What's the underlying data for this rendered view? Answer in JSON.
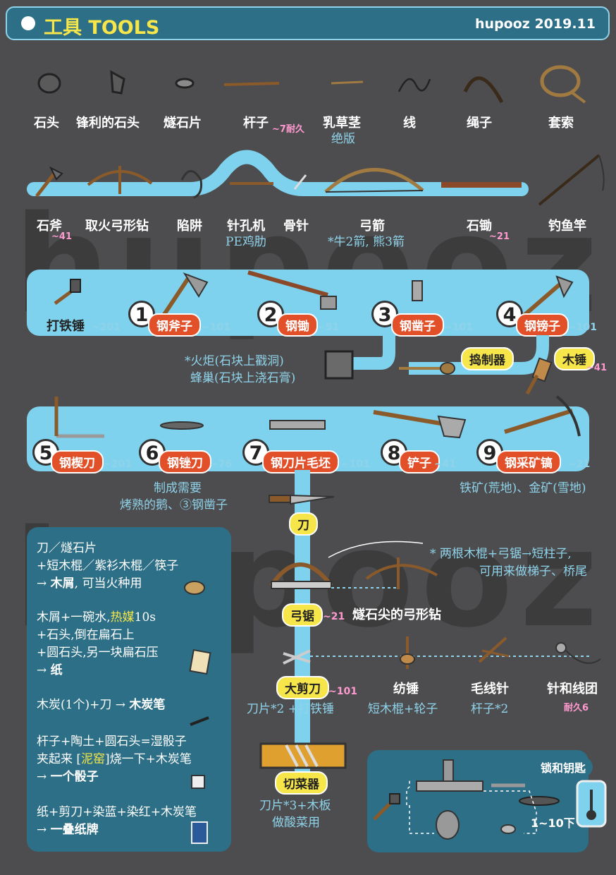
{
  "header": {
    "title": "工具  TOOLS",
    "signature": "hupooz 2019.11"
  },
  "watermark": "hupooz",
  "row1": [
    {
      "label": "石头"
    },
    {
      "label": "锋利的石头"
    },
    {
      "label": "燧石片"
    },
    {
      "label": "杆子",
      "durability": "~7耐久"
    },
    {
      "label": "乳草茎",
      "note": "绝版"
    },
    {
      "label": "线"
    },
    {
      "label": "绳子"
    },
    {
      "label": "套索"
    }
  ],
  "row2": [
    {
      "label": "石斧",
      "durability": "~41"
    },
    {
      "label": "取火弓形钻"
    },
    {
      "label": "陷阱"
    },
    {
      "label": "针孔机",
      "note": "PE鸡肋"
    },
    {
      "label": "骨针"
    },
    {
      "label": "弓箭",
      "note": "*牛2箭, 熊3箭"
    },
    {
      "label": "石锄",
      "durability": "~21"
    },
    {
      "label": "钓鱼竿"
    }
  ],
  "steel_row1": {
    "hammer": {
      "label": "打铁锤",
      "durability": "~201"
    },
    "items": [
      {
        "num": "1",
        "label": "钢斧子",
        "durability": "~101"
      },
      {
        "num": "2",
        "label": "钢锄",
        "durability": "~51"
      },
      {
        "num": "3",
        "label": "钢凿子",
        "durability": "~101"
      },
      {
        "num": "4",
        "label": "钢镑子",
        "durability": "~101"
      }
    ]
  },
  "mid_notes": {
    "line1": "*火炬(石块上戳洞)",
    "line2": "蜂巢(石块上浇石膏)",
    "tamper": "捣制器",
    "mallet": "木锤",
    "mallet_durability": "~41"
  },
  "steel_row2": [
    {
      "num": "5",
      "label": "钢楔刀",
      "durability": "~201"
    },
    {
      "num": "6",
      "label": "钢锉刀",
      "durability": "~76"
    },
    {
      "num": "7",
      "label": "钢刀片毛坯",
      "durability": "~101"
    },
    {
      "num": "8",
      "label": "铲子",
      "durability": "~41"
    },
    {
      "num": "9",
      "label": "钢采矿镐",
      "durability": "~21"
    }
  ],
  "row2_notes": {
    "left1": "制成需要",
    "left2": "烤熟的鹅、③钢凿子",
    "right": "铁矿(荒地)、金矿(雪地)"
  },
  "knife": {
    "label": "刀"
  },
  "saw": {
    "label": "弓锯",
    "durability": "~21",
    "note1": "* 两根木棍+弓锯→短柱子,",
    "note2": "可用来做梯子、桥尾",
    "flint_drill": "燧石尖的弓形钻"
  },
  "row4": [
    {
      "label": "大剪刀",
      "durability": "~101",
      "note": "刀片*2   +打铁锤"
    },
    {
      "label": "纺锤",
      "note": "短木棍+轮子"
    },
    {
      "label": "毛线针",
      "note": "杆子*2"
    },
    {
      "label": "针和线团",
      "durability": "耐久6"
    }
  ],
  "chopping": {
    "label": "切菜器",
    "note1": "刀片*3+木板",
    "note2": "做酸菜用"
  },
  "recipes": [
    {
      "lines": [
        "刀／燧石片",
        "+短木棍／紫衫木棍／筷子"
      ],
      "result_prefix": "→ ",
      "result": "木屑",
      "result_suffix": ", 可当火种用"
    },
    {
      "lines": [
        "木屑+一碗水,",
        "+石头,倒在扁石上",
        "+圆石头,另一块扁石压"
      ],
      "highlight": "热媒",
      "tail": "10s",
      "result_prefix": "→ ",
      "result": "纸"
    },
    {
      "lines": [
        "木炭(1个)+刀 → "
      ],
      "result": "木炭笔"
    },
    {
      "lines": [
        "杆子+陶土+圆石头=湿骰子",
        "夹起来 [",
        "]烧一下+木炭笔"
      ],
      "highlight": "泥窑",
      "result_prefix": "→ ",
      "result": "一个骰子"
    },
    {
      "lines": [
        "纸+剪刀+染蓝+染红+木炭笔"
      ],
      "result_prefix": "→ ",
      "result": "一叠纸牌"
    }
  ],
  "lock": {
    "label": "锁和钥匙",
    "range": "1~10下"
  },
  "colors": {
    "background": "#4d4d4f",
    "panel": "#7fd2ee",
    "dark_panel": "#2d6f86",
    "pill_red": "#e2502a",
    "pill_yellow": "#f6e64a",
    "note_blue": "#8fd3ea",
    "pink": "#ff9ad0"
  }
}
